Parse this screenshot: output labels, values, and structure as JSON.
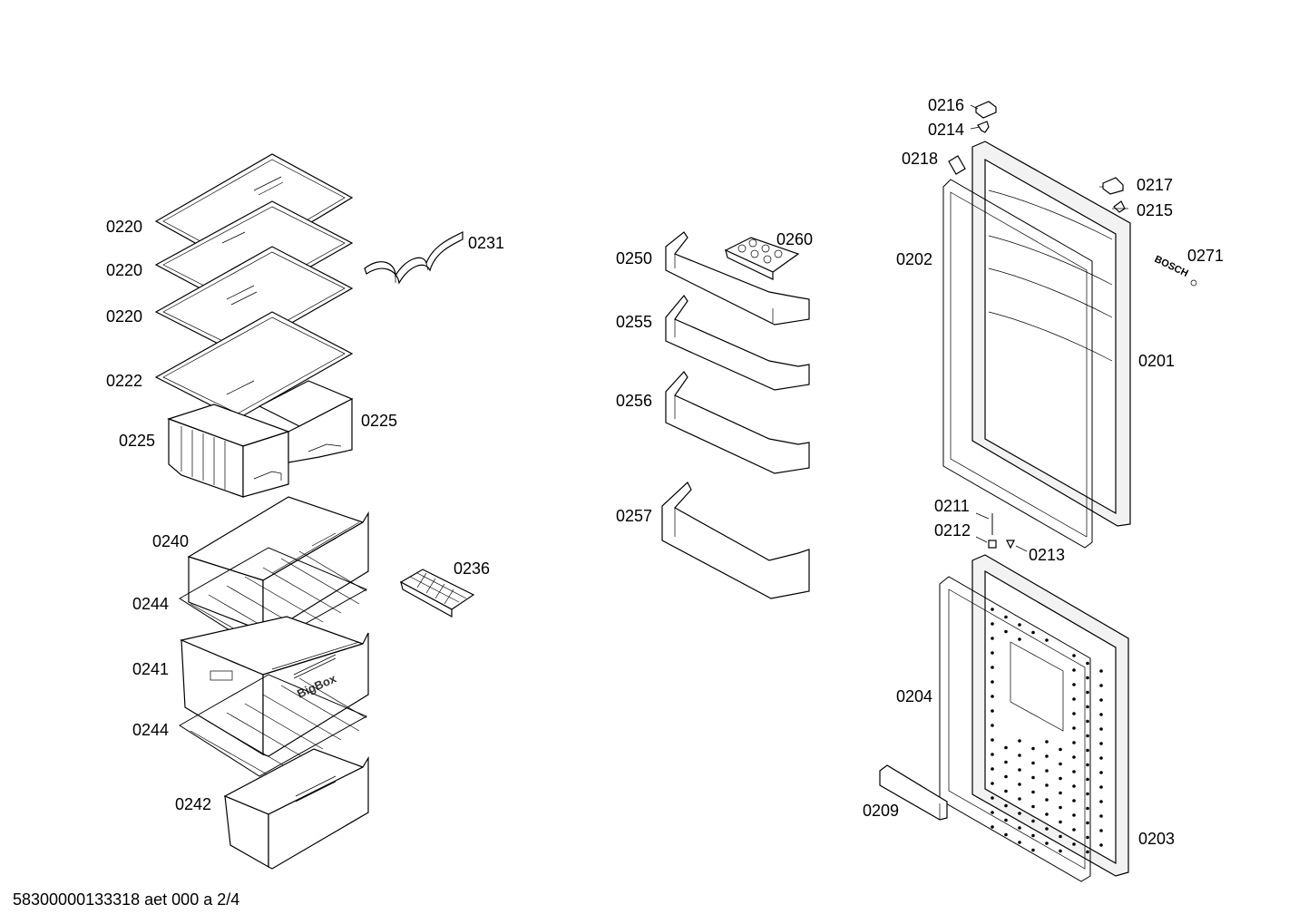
{
  "diagram": {
    "labels": {
      "p0220a": "0220",
      "p0220b": "0220",
      "p0220c": "0220",
      "p0222": "0222",
      "p0225a": "0225",
      "p0225b": "0225",
      "p0231": "0231",
      "p0240": "0240",
      "p0244a": "0244",
      "p0241": "0241",
      "p0244b": "0244",
      "p0242": "0242",
      "p0236": "0236",
      "p0250": "0250",
      "p0260": "0260",
      "p0255": "0255",
      "p0256": "0256",
      "p0257": "0257",
      "p0216": "0216",
      "p0214": "0214",
      "p0218": "0218",
      "p0217": "0217",
      "p0215": "0215",
      "p0202": "0202",
      "p0271": "0271",
      "p0201": "0201",
      "p0211": "0211",
      "p0212": "0212",
      "p0213": "0213",
      "p0204": "0204",
      "p0209": "0209",
      "p0203": "0203"
    },
    "brand_text": "BOSCH",
    "drawer_text": "BigBox",
    "footer": "58300000133318 aet 000 a 2/4"
  }
}
